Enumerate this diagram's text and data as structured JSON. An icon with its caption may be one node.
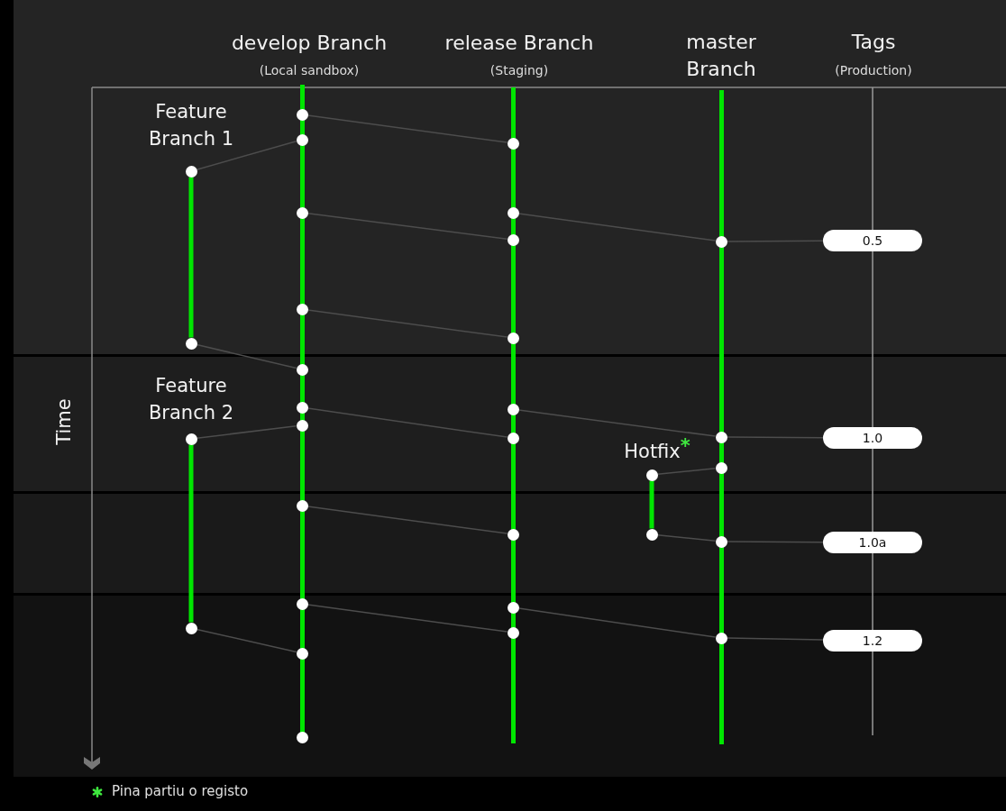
{
  "diagram": {
    "nodes": [
      {
        "text": [
          "develop Branch",
          "(Local sandbox)"
        ]
      },
      {
        "text": [
          "release Branch",
          "(Staging)"
        ]
      },
      {
        "text": [
          "master Branch"
        ]
      },
      {
        "text": [],
        "shape": "circle"
      },
      {
        "text": [],
        "shape": "circle"
      },
      {
        "text": [],
        "shape": "circle"
      },
      {
        "text": [],
        "shape": "circle"
      },
      {
        "text": [],
        "shape": "circle"
      },
      {
        "text": [],
        "shape": "circle"
      },
      {
        "text": [],
        "shape": "circle"
      },
      {
        "text": [],
        "shape": "circle"
      },
      {
        "text": [
          "0.5"
        ]
      },
      {
        "text": [],
        "shape": "circle"
      },
      {
        "text": [],
        "shape": "circle"
      },
      {
        "text": [],
        "shape": "circle"
      },
      {
        "text": [],
        "shape": "circle"
      },
      {
        "text": [],
        "shape": "circle"
      },
      {
        "text": [],
        "shape": "circle"
      },
      {
        "text": [],
        "shape": "circle"
      },
      {
        "text": [],
        "shape": "circle"
      },
      {
        "text": [],
        "shape": "circle"
      },
      {
        "text": [],
        "shape": "circle"
      },
      {
        "text": [
          "1.0"
        ]
      },
      {
        "text": [],
        "shape": "circle"
      },
      {
        "text": [],
        "shape": "circle"
      },
      {
        "text": [],
        "shape": "circle"
      },
      {
        "text": [],
        "shape": "circle"
      },
      {
        "text": [],
        "shape": "circle"
      },
      {
        "text": [],
        "shape": "circle"
      },
      {
        "text": [
          "1.0a"
        ]
      },
      {
        "text": [],
        "shape": "circle"
      },
      {
        "text": [],
        "shape": "circle"
      },
      {
        "text": [],
        "shape": "circle"
      },
      {
        "text": [],
        "shape": "circle"
      },
      {
        "text": [],
        "shape": "circle"
      },
      {
        "text": [
          "1.2"
        ]
      },
      {
        "text": [],
        "shape": "circle"
      },
      {
        "text": [],
        "shape": "circle"
      }
    ],
    "edges": [
      {
        "from": 3,
        "to": 5,
        "arrow": "none"
      },
      {
        "from": 4,
        "to": 6,
        "arrow": "none"
      },
      {
        "from": 6,
        "to": 14,
        "arrow": "none",
        "style": "thick",
        "color": "#00e600"
      },
      {
        "from": 7,
        "to": 9,
        "arrow": "none"
      },
      {
        "from": 8,
        "to": 10,
        "arrow": "none"
      },
      {
        "from": 10,
        "to": 11,
        "arrow": "none"
      },
      {
        "from": 12,
        "to": 13,
        "arrow": "none"
      },
      {
        "from": 14,
        "to": 15,
        "arrow": "none"
      },
      {
        "from": 16,
        "to": 20,
        "arrow": "none"
      },
      {
        "from": 17,
        "to": 21,
        "arrow": "none"
      },
      {
        "from": 21,
        "to": 22,
        "arrow": "none"
      },
      {
        "from": 18,
        "to": 19,
        "arrow": "none"
      },
      {
        "from": 19,
        "to": 32,
        "arrow": "none",
        "style": "thick",
        "color": "#00e600"
      },
      {
        "from": 23,
        "to": 24,
        "arrow": "none"
      },
      {
        "from": 24,
        "to": 27,
        "arrow": "none",
        "style": "thick",
        "color": "#00e600"
      },
      {
        "from": 25,
        "to": 26,
        "arrow": "none"
      },
      {
        "from": 27,
        "to": 28,
        "arrow": "none"
      },
      {
        "from": 28,
        "to": 29,
        "arrow": "none"
      },
      {
        "from": 30,
        "to": 33,
        "arrow": "none"
      },
      {
        "from": 31,
        "to": 34,
        "arrow": "none"
      },
      {
        "from": 34,
        "to": 35,
        "arrow": "none"
      },
      {
        "from": 32,
        "to": 36,
        "arrow": "none"
      },
      {
        "from": null,
        "to": 11,
        "arrow": "none",
        "color": "#9a9a9a"
      },
      {
        "from": 11,
        "to": 22,
        "arrow": "none",
        "color": "#9a9a9a"
      },
      {
        "from": 22,
        "to": 29,
        "arrow": "none",
        "color": "#9a9a9a"
      },
      {
        "from": 29,
        "to": 35,
        "arrow": "none",
        "color": "#9a9a9a"
      },
      {
        "from": 35,
        "to": null,
        "arrow": "none",
        "color": "#9a9a9a"
      }
    ],
    "labels": [
      "Tags",
      "(Production)",
      "Feature Branch 1",
      "Time",
      "Feature Branch 2",
      "Hotfix$^{*}$"
    ],
    "legend": [
      {
        "text": "Pina partiu o registo"
      }
    ]
  }
}
